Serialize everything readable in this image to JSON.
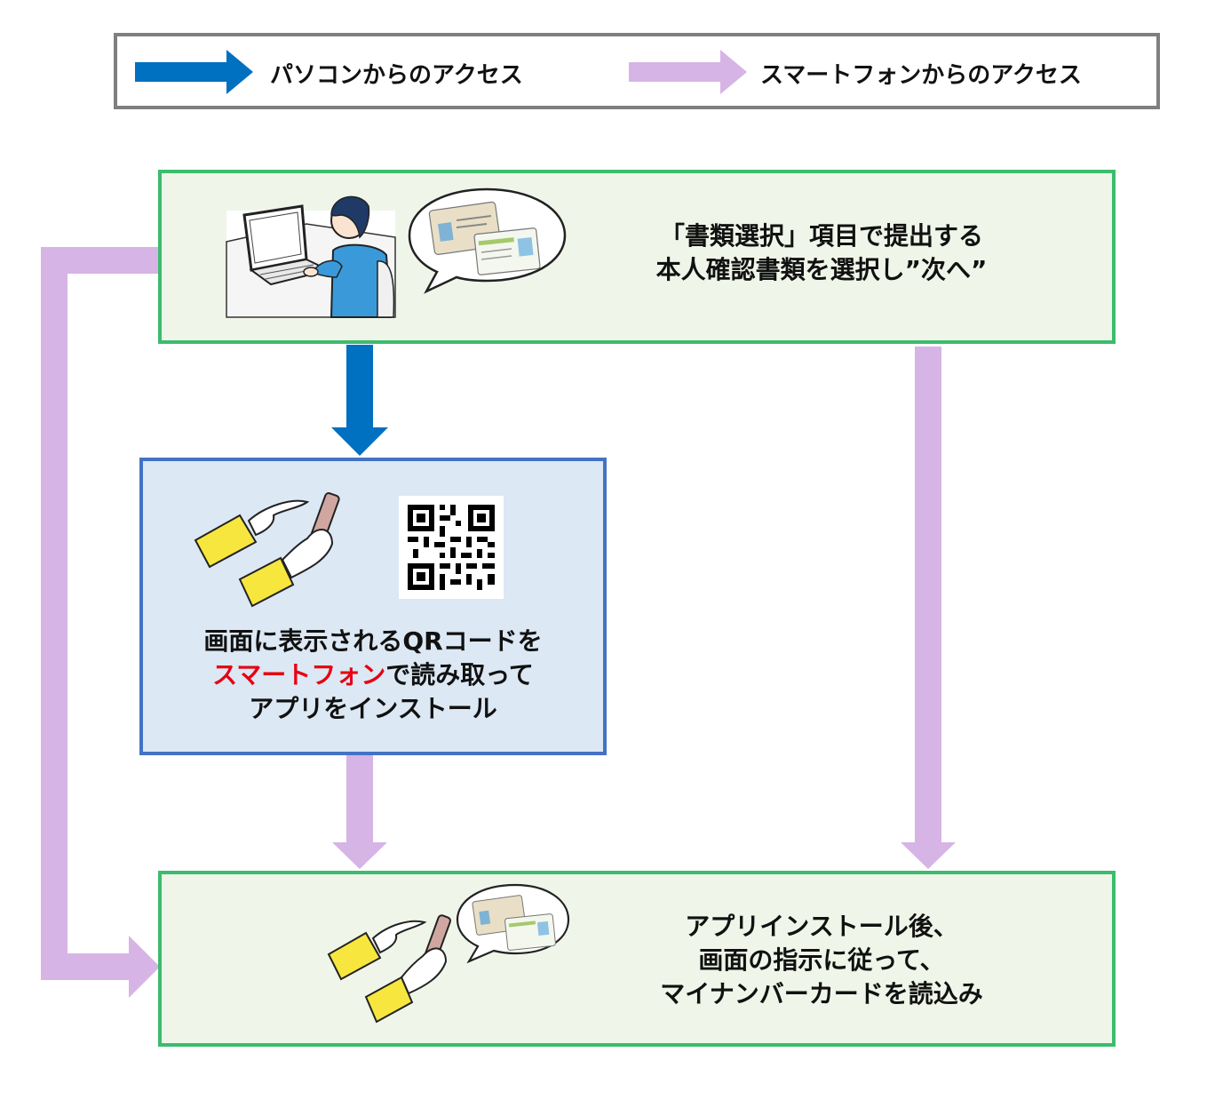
{
  "legend": {
    "pc_label": "パソコンからのアクセス",
    "sp_label": "スマートフォンからのアクセス",
    "pc_color": "#0070c0",
    "sp_color": "#d6b4e6"
  },
  "step1": {
    "line1": "「書類選択」項目で提出する",
    "line2": "本人確認書類を選択し”次へ”"
  },
  "step2": {
    "line1": "画面に表示されるQRコードを",
    "line2_highlight": "スマートフォン",
    "line2_rest": "で読み取って",
    "line3": "アプリをインストール"
  },
  "step3": {
    "line1": "アプリインストール後、",
    "line2": "画面の指示に従って、",
    "line3": "マイナンバーカードを読込み"
  }
}
